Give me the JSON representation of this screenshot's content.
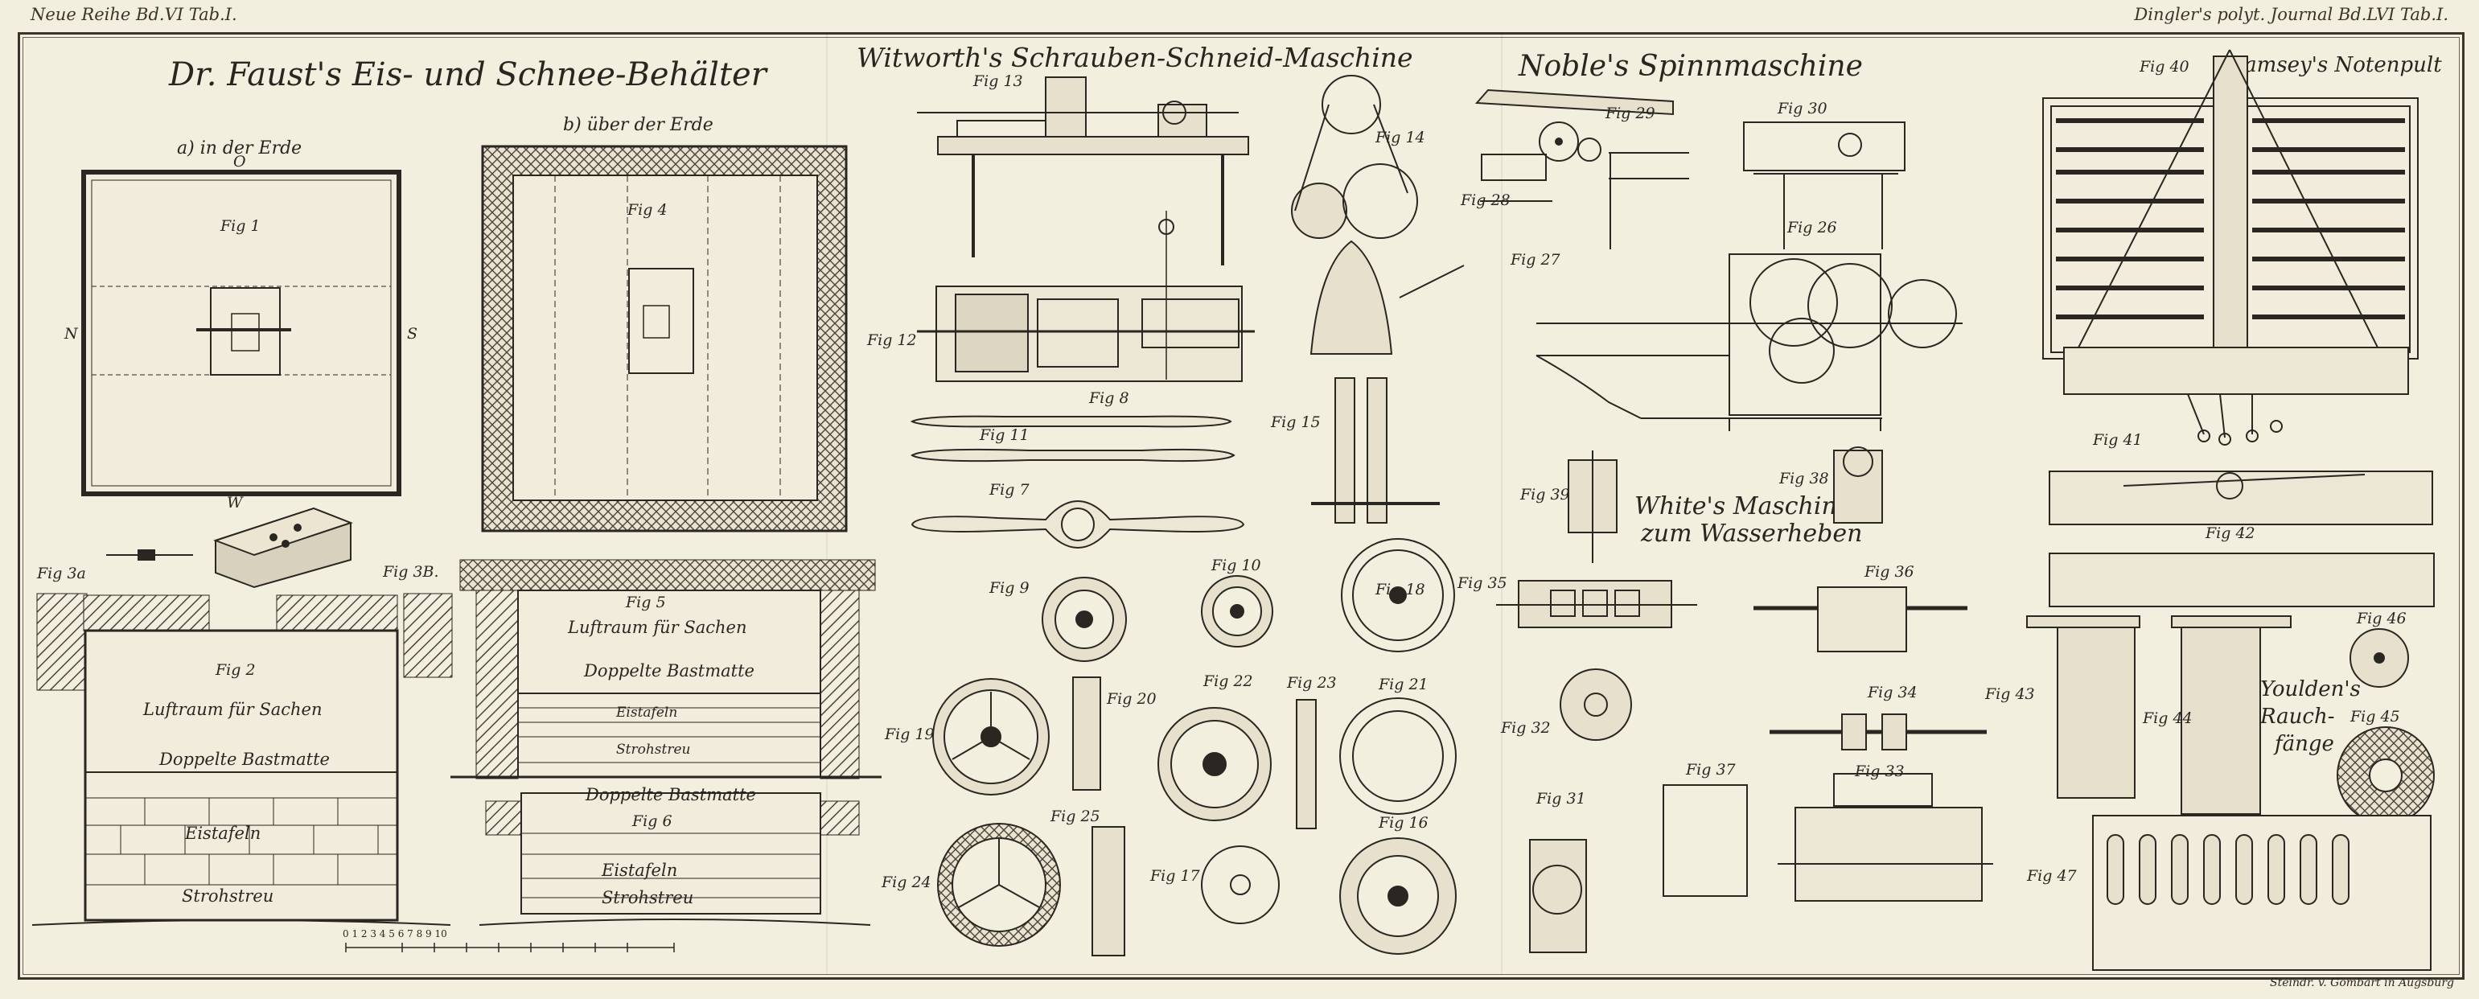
{
  "header": {
    "left": "Neue Reihe Bd.VI Tab.I.",
    "right": "Dingler's polyt. Journal Bd.LVI Tab.I."
  },
  "titles": {
    "faust": "Dr. Faust's Eis- und Schnee-Behälter",
    "whitworth": "Witworth's Schrauben-Schneid-Maschine",
    "noble": "Noble's Spinnmaschine",
    "ramsey": "Ramsey's Notenpult",
    "white_line1": "White's Maschine",
    "white_line2": "zum Wasserheben",
    "yoldon_line1": "Youlden's",
    "yoldon_line2": "Rauch-",
    "yoldon_line3": "fänge"
  },
  "faust": {
    "sub_a": "a) in der Erde",
    "sub_b": "b) über der Erde",
    "fig2_text1": "Luftraum für Sachen",
    "fig2_text2": "Doppelte Bastmatte",
    "fig2_text3": "Eistafeln",
    "fig2_text4": "Strohstreu",
    "fig5_text1": "Luftraum für Sachen",
    "fig5_text2": "Doppelte Bastmatte",
    "fig5_text3": "Eistafeln",
    "fig5_text4": "Strohstreu",
    "fig6_text1": "Doppelte Bastmatte",
    "fig6_text2": "Eistafeln",
    "fig6_text3": "Strohstreu",
    "dir_n": "N",
    "dir_s": "S",
    "dir_o": "O",
    "dir_w": "W"
  },
  "figs": [
    "Fig 1",
    "Fig 2",
    "Fig 3a",
    "Fig 3B.",
    "Fig 4",
    "Fig 5",
    "Fig 6",
    "Fig 7",
    "Fig 8",
    "Fig 9",
    "Fig 10",
    "Fig 11",
    "Fig 12",
    "Fig 13",
    "Fig 14",
    "Fig 15",
    "Fig 16",
    "Fig 17",
    "Fig 18",
    "Fig 19",
    "Fig 20",
    "Fig 21",
    "Fig 22",
    "Fig 23",
    "Fig 24",
    "Fig 25",
    "Fig 26",
    "Fig 27",
    "Fig 28",
    "Fig 29",
    "Fig 30",
    "Fig 31",
    "Fig 32",
    "Fig 33",
    "Fig 34",
    "Fig 35",
    "Fig 36",
    "Fig 37",
    "Fig 38",
    "Fig 39",
    "Fig 40",
    "Fig 41",
    "Fig 42",
    "Fig 43",
    "Fig 44",
    "Fig 45",
    "Fig 46",
    "Fig 47"
  ],
  "footer": {
    "engraver": "Steindr. v. Gombart in Augsburg",
    "scale": "0 1 2 3 4 5 6 7 8 9 10"
  },
  "colors": {
    "paper": "#f3efdf",
    "ink": "#2a2622",
    "hatch": "#4a443c"
  }
}
